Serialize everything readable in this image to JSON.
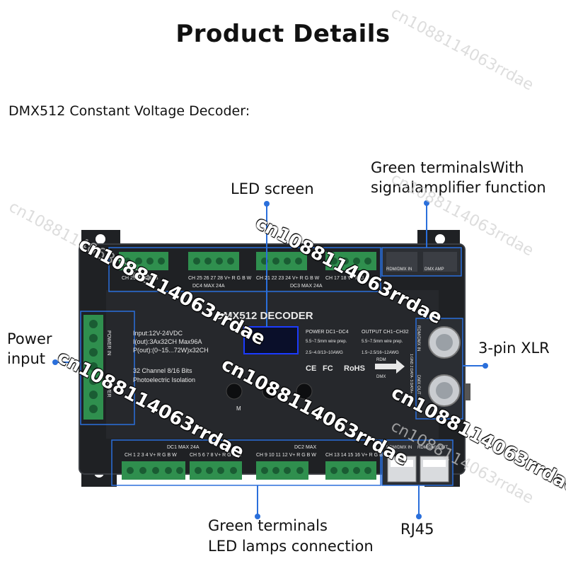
{
  "page": {
    "title": "Product Details",
    "subtitle": "DMX512 Constant Voltage Decoder:"
  },
  "callouts": {
    "led_screen": "LED screen",
    "green_terminals_top_line1": "Green terminalsWith",
    "green_terminals_top_line2": "signalamplifier function",
    "power_input_line1": "Power",
    "power_input_line2": "input",
    "xlr": "3-pin XLR",
    "green_terminals_bottom_line1": "Green terminals",
    "green_terminals_bottom_line2": "LED lamps connection",
    "rj45": "RJ45"
  },
  "device": {
    "name": "DMX512 DECODER",
    "specs": [
      "Input:12V-24VDC",
      "I(out):3Ax32CH Max96A",
      "P(out):(0~15...72W)x32CH"
    ],
    "channels": "32 Channel 8/16 Bits",
    "isolation": "Photoelectric Isolation",
    "power_wire_title": "POWER DC1~DC4",
    "power_wire_1": "5.5~7.5mm wire prep.",
    "power_wire_2": "2.5~4.0/13~10AWG",
    "output_wire_title": "OUTPUT CH1~CH32",
    "output_wire_1": "5.5~7.5mm wire prep.",
    "output_wire_2": "1.5~2.5/16~12AWG",
    "certs": [
      "CE",
      "FC",
      "RoHS"
    ],
    "rdm_label": "RDM",
    "dmx_label": "DMX",
    "button_label": "M",
    "power_in_label": "POWER IN",
    "power_label": "POWER",
    "dmx_amp_label": "DMX AMP",
    "rdm_dmx_in_label": "RDM/DMX IN",
    "dmx_out_label": "DMX OUT",
    "top_terminal_labels": [
      "CH 29 V+ G R B",
      "CH 25 26 27 28 V+ R G B W",
      "CH 21 22 23 24 V+ R G B W",
      "CH 17 18 V+ R G"
    ],
    "top_max_labels": [
      "DC4 MAX 24A",
      "DC3 MAX 24A"
    ],
    "bottom_terminal_labels": [
      "CH 1 2 3 4 V+ R G B W",
      "CH 5 6 7 8 V+ R G B W",
      "CH 9 10 11 12 V+ R G B W",
      "CH 13 14 15 16 V+ R G B W"
    ],
    "bottom_max_labels": [
      "DC1 MAX 24A",
      "DC2 MAX"
    ],
    "rj45_in_label": "RDM/DMX IN",
    "rj45_out_label": "RDM/DMX OUT",
    "xlr_pins": "1:GND 2:DATA- 3:DATA+"
  },
  "watermark": {
    "text": "cn1088114063rrdae"
  },
  "colors": {
    "device_body": "#1f2124",
    "device_edge": "#3a3d42",
    "terminal_green": "#2f8f4e",
    "screen": "#0a0f2a",
    "screen_glow": "#1b3bff",
    "callout_line": "#2a6fdb",
    "highlight_box": "#2a6fdb"
  }
}
